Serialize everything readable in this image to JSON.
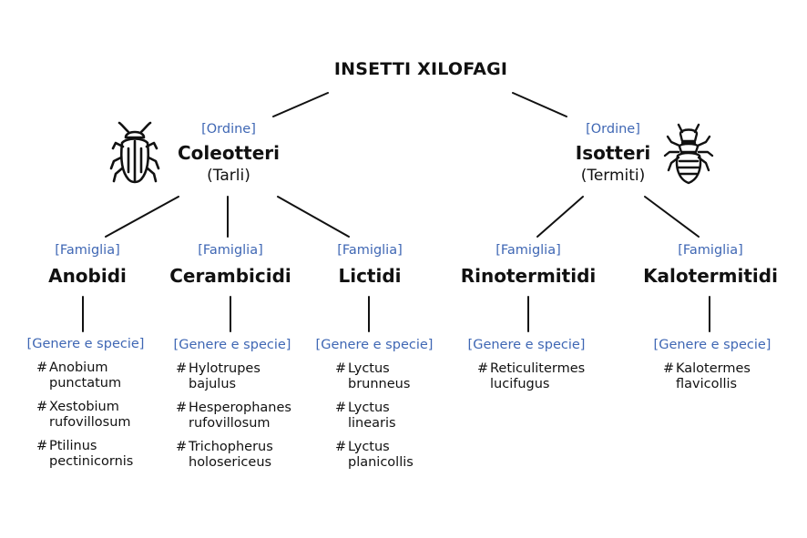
{
  "title": "INSETTI XILOFAGI",
  "bullet": "#",
  "orders": [
    {
      "tag": "[Ordine]",
      "name": "Coleotteri",
      "common": "(Tarli)",
      "icon": "beetle-icon"
    },
    {
      "tag": "[Ordine]",
      "name": "Isotteri",
      "common": "(Termiti)",
      "icon": "termite-icon"
    }
  ],
  "families": [
    {
      "tag": "[Famiglia]",
      "name": "Anobidi",
      "species_tag": "[Genere e specie]",
      "species": [
        [
          "Anobium",
          "punctatum"
        ],
        [
          "Xestobium",
          "rufovillosum"
        ],
        [
          "Ptilinus",
          "pectinicornis"
        ]
      ]
    },
    {
      "tag": "[Famiglia]",
      "name": "Cerambicidi",
      "species_tag": "[Genere e specie]",
      "species": [
        [
          "Hylotrupes",
          "bajulus"
        ],
        [
          "Hesperophanes",
          "rufovillosum"
        ],
        [
          "Trichopherus",
          "holosericeus"
        ]
      ]
    },
    {
      "tag": "[Famiglia]",
      "name": "Lictidi",
      "species_tag": "[Genere e specie]",
      "species": [
        [
          "Lyctus",
          "brunneus"
        ],
        [
          "Lyctus",
          "linearis"
        ],
        [
          "Lyctus",
          "planicollis"
        ]
      ]
    },
    {
      "tag": "[Famiglia]",
      "name": "Rinotermitidi",
      "species_tag": "[Genere e specie]",
      "species": [
        [
          "Reticulitermes",
          "lucifugus"
        ]
      ]
    },
    {
      "tag": "[Famiglia]",
      "name": "Kalotermitidi",
      "species_tag": "[Genere e specie]",
      "species": [
        [
          "Kalotermes",
          "flavicollis"
        ]
      ]
    }
  ]
}
